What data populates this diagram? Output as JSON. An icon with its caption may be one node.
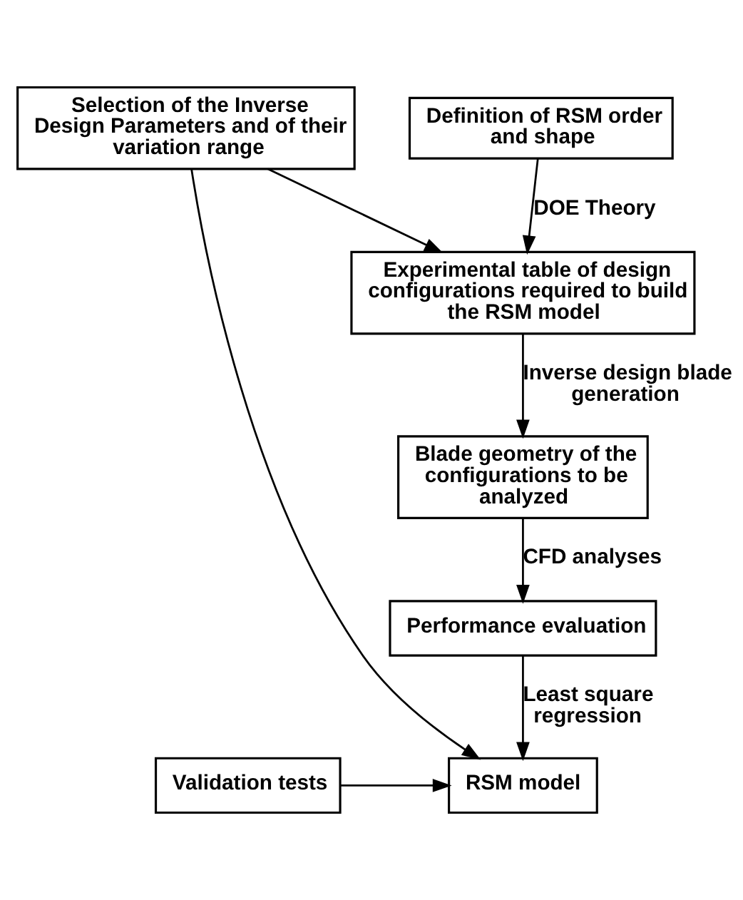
{
  "diagram": {
    "nodes": [
      {
        "text": [
          "Selection of the Inverse Design Parameters and of their variation range"
        ]
      },
      {
        "text": [
          "Definition of RSM order and shape"
        ]
      },
      {
        "text": [
          "Experimental table of design configurations required to build the RSM model"
        ]
      },
      {
        "text": [
          "Blade geometry of the configurations to be analyzed"
        ]
      },
      {
        "text": [
          "Performance evaluation"
        ]
      },
      {
        "text": [
          "RSM model"
        ]
      },
      {
        "text": [
          "Validation tests"
        ]
      }
    ],
    "edges": [
      {
        "from": 0,
        "to": 2,
        "arrow": "to"
      },
      {
        "from": 1,
        "to": 2,
        "arrow": "to",
        "label": "DOE Theory"
      },
      {
        "from": 2,
        "to": 3,
        "arrow": "to",
        "label": "Inverse design blade generation"
      },
      {
        "from": 3,
        "to": 4,
        "arrow": "to",
        "label": "CFD analyses"
      },
      {
        "from": 4,
        "to": 5,
        "arrow": "to",
        "label": "Least square regression"
      },
      {
        "from": 0,
        "to": 5,
        "arrow": "to"
      },
      {
        "from": 6,
        "to": 5,
        "arrow": "to"
      }
    ]
  }
}
